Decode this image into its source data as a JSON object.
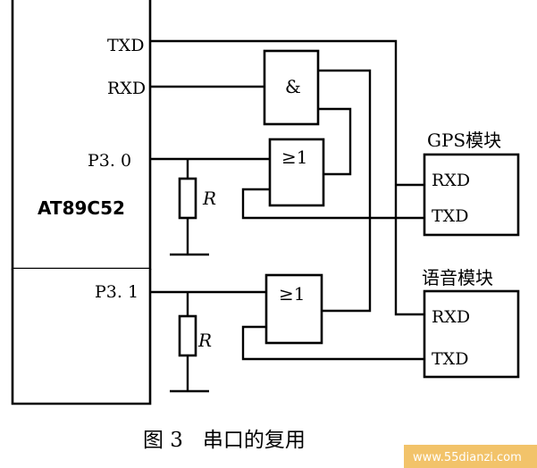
{
  "mcu": {
    "name": "AT89C52",
    "pins": {
      "txd": "TXD",
      "rxd": "RXD",
      "p30": "P3. 0",
      "p31": "P3. 1"
    }
  },
  "gates": {
    "and_symbol": "&",
    "or_symbol": "≥1"
  },
  "resistor_label": "R",
  "gps_module": {
    "title": "GPS模块",
    "rxd": "RXD",
    "txd": "TXD"
  },
  "voice_module": {
    "title": "语音模块",
    "rxd": "RXD",
    "txd": "TXD"
  },
  "caption": "图 3   串口的复用",
  "watermark": "www.55dianzi.com"
}
